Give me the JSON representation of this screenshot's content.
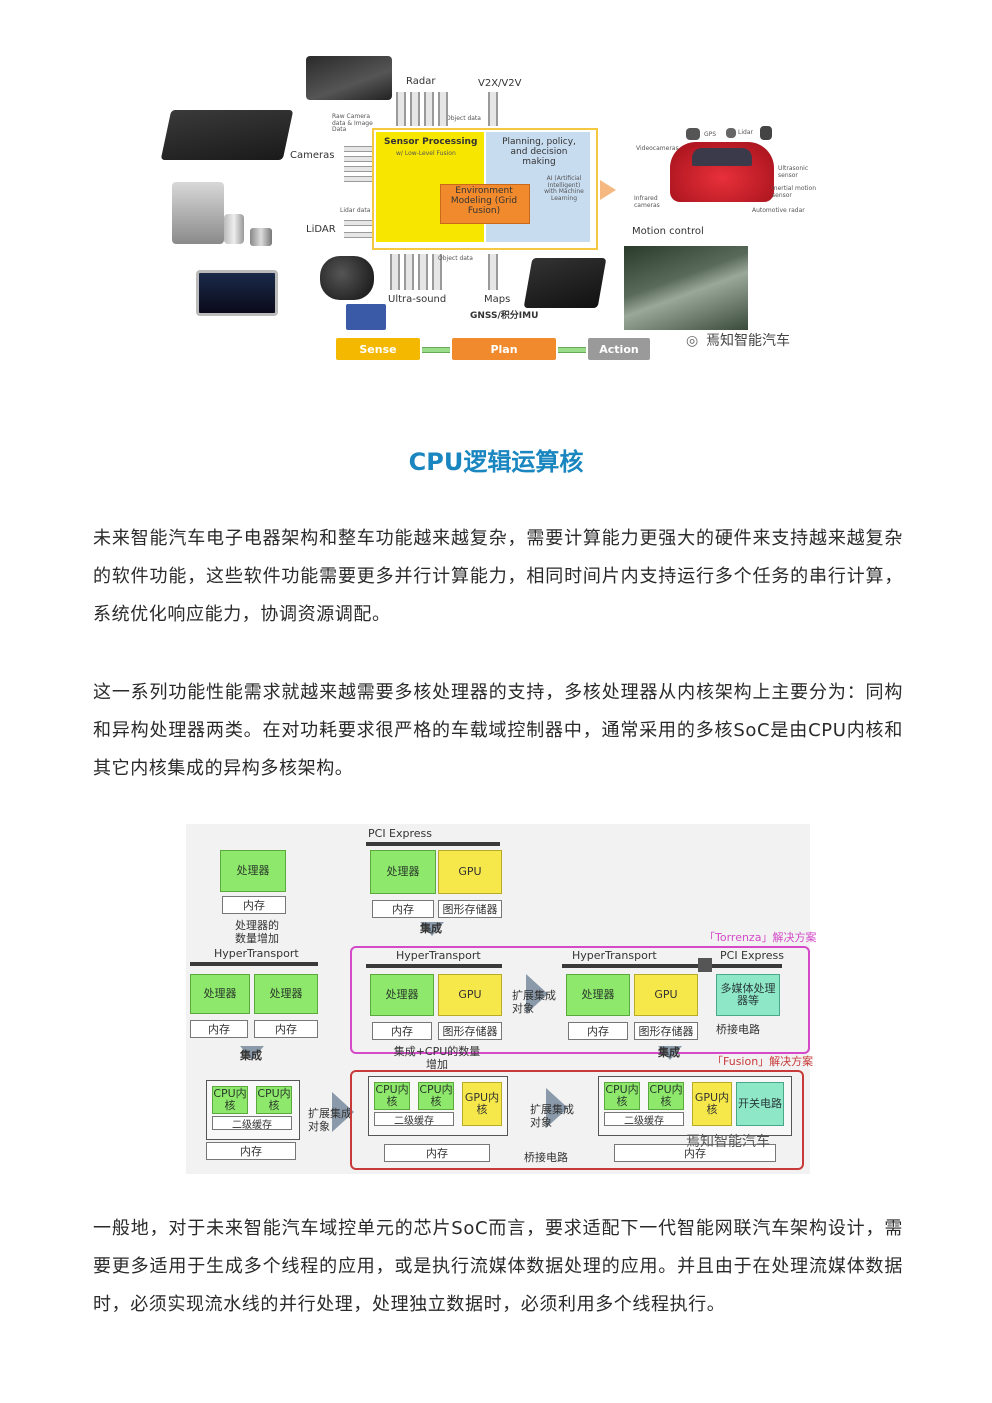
{
  "figure1": {
    "labels": {
      "radar": "Radar",
      "v2x": "V2X/V2V",
      "raw_camera": "Raw Camera data & Image Data",
      "object_data_top": "Object data",
      "cameras": "Cameras",
      "lidar_data": "Lidar data",
      "lidar": "LiDAR",
      "sensor_processing": "Sensor Processing",
      "sensor_processing_sub": "w/ Low-Level Fusion",
      "planning": "Planning, policy, and decision making",
      "env_modeling": "Environment Modeling (Grid Fusion)",
      "ai": "AI (Artificial Intelligent) with Machine Learning",
      "object_data_bottom": "Object data",
      "ultrasound": "Ultra-sound",
      "maps": "Maps",
      "gnss": "GNSS/积分IMU",
      "gps": "GPS",
      "lidar_car": "Lidar",
      "videocameras": "Videocameras",
      "ultrasonic": "Ultrasonic sensor",
      "inertial": "Inertial motion sensor",
      "infrared": "Infrared cameras",
      "automotive_radar": "Automotive radar",
      "motion_control": "Motion control",
      "watermark": "焉知智能汽车"
    },
    "stages": {
      "sense": "Sense",
      "plan": "Plan",
      "action": "Action"
    },
    "colors": {
      "yellow": "#f7e600",
      "blue": "#c8dcf0",
      "orange": "#f08a2c",
      "sense": "#f5b800",
      "plan": "#f08a2c",
      "action": "#9a9a9a"
    }
  },
  "heading": "CPU逻辑运算核",
  "paragraphs": [
    "未来智能汽车电子电器架构和整车功能越来越复杂，需要计算能力更强大的硬件来支持越来越复杂的软件功能，这些软件功能需要更多并行计算能力，相同时间片内支持运行多个任务的串行计算，系统优化响应能力，协调资源调配。",
    "这一系列功能性能需求就越来越需要多核处理器的支持，多核处理器从内核架构上主要分为：同构和异构处理器两类。在对功耗要求很严格的车载域控制器中，通常采用的多核SoC是由CPU内核和其它内核集成的异构多核架构。",
    "一般地，对于未来智能汽车域控单元的芯片SoC而言，要求适配下一代智能网联汽车架构设计，需要更多适用于生成多个线程的应用，或是执行流媒体数据处理的应用。并且由于在处理流媒体数据时，必须实现流水线的并行处理，处理独立数据时，必须利用多个线程执行。"
  ],
  "figure2": {
    "pci_express_top": "PCI Express",
    "processor": "处理器",
    "memory": "内存",
    "gpu": "GPU",
    "graphics_memory": "图形存储器",
    "processor_count_increase": "处理器的数量增加",
    "hypertransport": "HyperTransport",
    "integrate": "集成",
    "torrenza": "「Torrenza」解决方案",
    "pci_express_right": "PCI Express",
    "expand_integration_object": "扩展集成对象",
    "multimedia_processor": "多媒体处理器等",
    "bridge_circuit": "桥接电路",
    "integrate_cpu_increase": "集成+CPU的数量增加",
    "fusion": "「Fusion」解决方案",
    "cpu_core": "CPU内核",
    "l2_cache": "二级缓存",
    "gpu_core": "GPU内核",
    "switch_circuit": "开关电路",
    "watermark": "焉知智能汽车",
    "colors": {
      "green": "#8ee86c",
      "yellow": "#f6e84a",
      "cyan": "#8ee8c8",
      "torrenza": "#d44ac8",
      "fusion": "#c83a3a"
    }
  }
}
